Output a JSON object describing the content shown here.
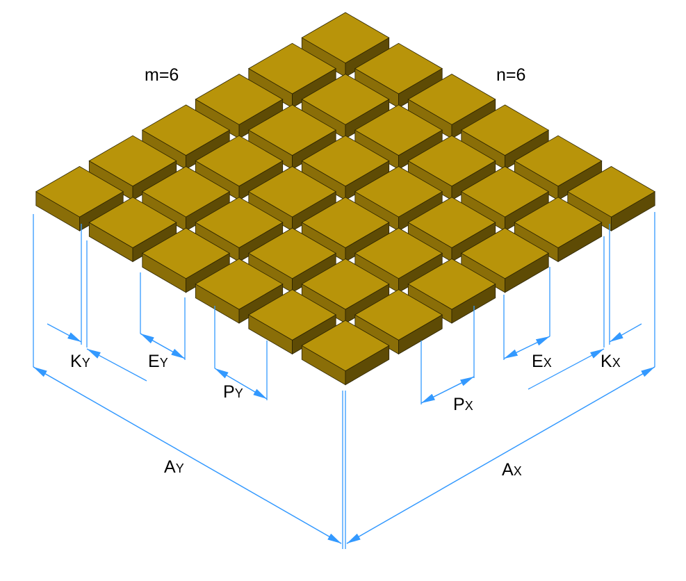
{
  "grid": {
    "m": 6,
    "n": 6
  },
  "colors": {
    "top": "#b8940a",
    "left": "#8a6e08",
    "right": "#5e4b05",
    "edge": "#2a2200",
    "dimension": "#3399ff"
  },
  "labels": {
    "m": "m=6",
    "n": "n=6",
    "ky_main": "K",
    "ky_sub": "Y",
    "ey_main": "E",
    "ey_sub": "Y",
    "py_main": "P",
    "py_sub": "Y",
    "ay_main": "A",
    "ay_sub": "Y",
    "kx_main": "K",
    "kx_sub": "X",
    "ex_main": "E",
    "ex_sub": "X",
    "px_main": "P",
    "px_sub": "X",
    "ax_main": "A",
    "ax_sub": "X"
  }
}
